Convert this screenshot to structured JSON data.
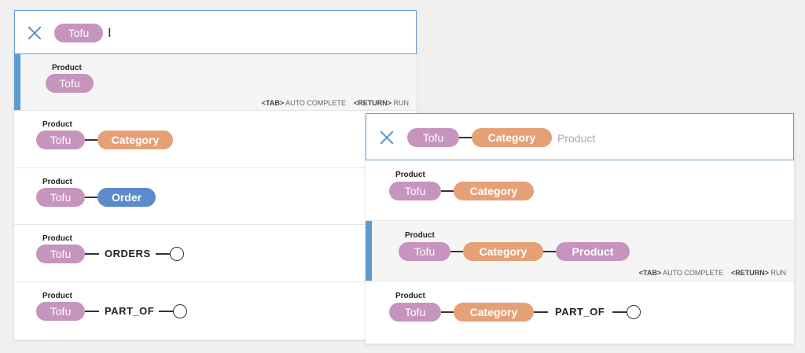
{
  "left": {
    "search": {
      "token": "Tofu"
    },
    "suggestions": [
      {
        "label": "Product",
        "tofu": "Tofu",
        "hint_tab": "<TAB>",
        "hint_tab_text": "AUTO COMPLETE",
        "hint_return": "<RETURN>",
        "hint_return_text": "RUN"
      },
      {
        "label": "Product",
        "tofu": "Tofu",
        "target": "Category"
      },
      {
        "label": "Product",
        "tofu": "Tofu",
        "target": "Order"
      },
      {
        "label": "Product",
        "tofu": "Tofu",
        "rel": "ORDERS"
      },
      {
        "label": "Product",
        "tofu": "Tofu",
        "rel": "PART_OF"
      }
    ]
  },
  "right": {
    "search": {
      "token1": "Tofu",
      "token2": "Category",
      "ghost": "Product"
    },
    "suggestions": [
      {
        "label": "Product",
        "tofu": "Tofu",
        "cat": "Category"
      },
      {
        "label": "Product",
        "tofu": "Tofu",
        "cat": "Category",
        "target": "Product",
        "hint_tab": "<TAB>",
        "hint_tab_text": "AUTO COMPLETE",
        "hint_return": "<RETURN>",
        "hint_return_text": "RUN"
      },
      {
        "label": "Product",
        "tofu": "Tofu",
        "cat": "Category",
        "rel": "PART_OF"
      }
    ]
  },
  "colors": {
    "purple": "#c694bd",
    "orange": "#e5a076",
    "blue": "#5b8bc9",
    "accent": "#5b9bd0"
  }
}
